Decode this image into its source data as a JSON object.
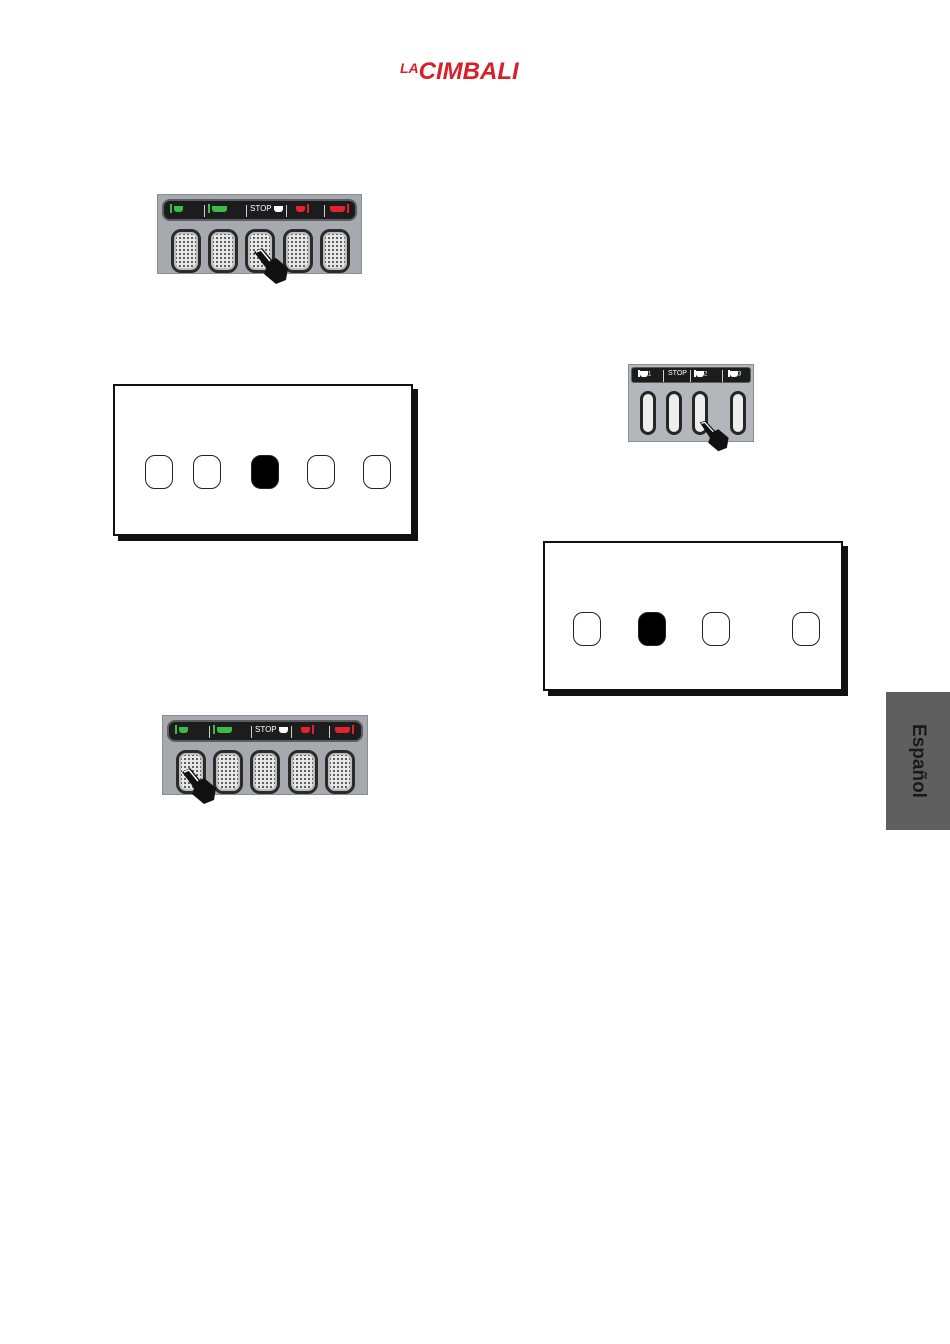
{
  "header": {
    "logo_la": "LA",
    "logo_name": "CIMBALI",
    "logo_color": "#d8202a"
  },
  "keypad5": {
    "stop_label": "STOP",
    "green": "#3dbb4a",
    "red": "#e0232e"
  },
  "keypad4": {
    "stop_label": "STOP",
    "cup_numbers": [
      "1",
      "2",
      "3"
    ]
  },
  "led_diagram_5": {
    "lit": [
      false,
      false,
      true,
      false,
      false
    ]
  },
  "led_diagram_4": {
    "lit": [
      false,
      true,
      false,
      false
    ]
  },
  "side_tab": {
    "label": "Español"
  }
}
